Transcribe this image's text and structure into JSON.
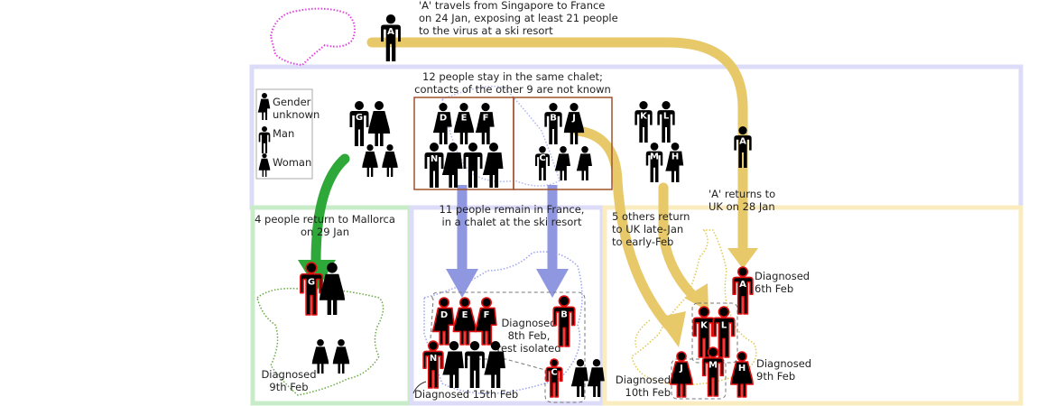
{
  "top_caption": [
    "'A' travels from Singapore to France",
    "on 24 Jan, exposing at least 21 people",
    "to the virus at a ski resort"
  ],
  "chalet_caption": [
    "12 people stay in the same chalet;",
    "contacts of the other 9 are not known"
  ],
  "legend": {
    "unknown": [
      "Gender",
      "unknown"
    ],
    "man": "Man",
    "woman": "Woman"
  },
  "a_returns": [
    "'A' returns to",
    "UK on 28 Jan"
  ],
  "mallorca_caption": [
    "4 people return to Mallorca",
    "on 29 Jan"
  ],
  "france_caption": [
    "11 people remain in France,",
    "in a chalet at the ski resort"
  ],
  "uk_caption": [
    "5 others return",
    "to UK late-Jan",
    "to early-Feb"
  ],
  "diag_spain": [
    "Diagnosed",
    "9th Feb"
  ],
  "diag_france_8": [
    "Diagnosed",
    "8th Feb,",
    "rest isolated"
  ],
  "diag_france_15": "Diagnosed 15th Feb",
  "diag_uk_a": [
    "Diagnosed",
    "6th Feb"
  ],
  "diag_uk_h": [
    "Diagnosed",
    "9th Feb"
  ],
  "diag_uk_j": [
    "Diagnosed",
    "10th Feb"
  ],
  "colors": {
    "uk": "#e8c96a",
    "france": "#8f97e0",
    "spain": "#2fa83a",
    "singapore": "#e040e0",
    "diagnosed": "#e01010",
    "chalet_box": "#a0522d"
  },
  "people": {
    "traveller": [
      {
        "letter": "A",
        "gender": "man",
        "diagnosed": false
      }
    ],
    "resort": [
      {
        "letter": "G",
        "gender": "man"
      },
      {
        "letter": "",
        "gender": "woman"
      },
      {
        "letter": "",
        "gender": "woman"
      },
      {
        "letter": "",
        "gender": "woman"
      },
      {
        "letter": "D",
        "gender": "unknown"
      },
      {
        "letter": "E",
        "gender": "woman"
      },
      {
        "letter": "F",
        "gender": "unknown"
      },
      {
        "letter": "N",
        "gender": "man"
      },
      {
        "letter": "",
        "gender": "unknown"
      },
      {
        "letter": "",
        "gender": "man"
      },
      {
        "letter": "",
        "gender": "unknown"
      },
      {
        "letter": "B",
        "gender": "man"
      },
      {
        "letter": "J",
        "gender": "woman"
      },
      {
        "letter": "C",
        "gender": "man"
      },
      {
        "letter": "",
        "gender": "unknown"
      },
      {
        "letter": "",
        "gender": "unknown"
      },
      {
        "letter": "K",
        "gender": "man"
      },
      {
        "letter": "L",
        "gender": "man"
      },
      {
        "letter": "M",
        "gender": "man"
      },
      {
        "letter": "H",
        "gender": "unknown"
      },
      {
        "letter": "A",
        "gender": "man"
      }
    ],
    "spain": [
      {
        "letter": "G",
        "gender": "man",
        "diagnosed": true
      },
      {
        "letter": "",
        "gender": "woman"
      },
      {
        "letter": "",
        "gender": "woman"
      },
      {
        "letter": "",
        "gender": "woman"
      }
    ],
    "france": [
      {
        "letter": "D",
        "gender": "unknown",
        "diagnosed": true
      },
      {
        "letter": "E",
        "gender": "woman",
        "diagnosed": true
      },
      {
        "letter": "F",
        "gender": "unknown",
        "diagnosed": true
      },
      {
        "letter": "N",
        "gender": "man",
        "diagnosed": true
      },
      {
        "letter": "",
        "gender": "unknown"
      },
      {
        "letter": "",
        "gender": "man"
      },
      {
        "letter": "",
        "gender": "unknown"
      },
      {
        "letter": "B",
        "gender": "man",
        "diagnosed": true
      },
      {
        "letter": "C",
        "gender": "man",
        "diagnosed": true
      },
      {
        "letter": "",
        "gender": "unknown"
      },
      {
        "letter": "",
        "gender": "unknown"
      }
    ],
    "uk": [
      {
        "letter": "A",
        "gender": "man",
        "diagnosed": true
      },
      {
        "letter": "K",
        "gender": "man",
        "diagnosed": true
      },
      {
        "letter": "L",
        "gender": "man",
        "diagnosed": true
      },
      {
        "letter": "J",
        "gender": "woman",
        "diagnosed": true
      },
      {
        "letter": "M",
        "gender": "man",
        "diagnosed": true
      },
      {
        "letter": "H",
        "gender": "woman",
        "diagnosed": true
      }
    ]
  }
}
